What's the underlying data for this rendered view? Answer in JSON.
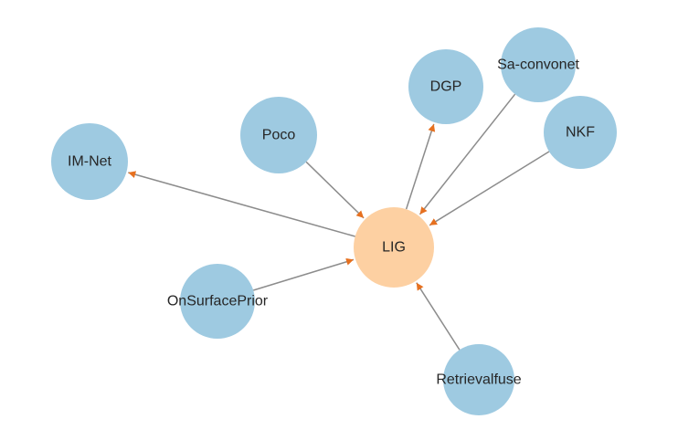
{
  "graph": {
    "center": "LIG",
    "nodes": [
      {
        "id": "LIG",
        "label": "LIG",
        "role": "center"
      },
      {
        "id": "IM-Net",
        "label": "IM-Net",
        "role": "neighbor"
      },
      {
        "id": "Poco",
        "label": "Poco",
        "role": "neighbor"
      },
      {
        "id": "DGP",
        "label": "DGP",
        "role": "neighbor"
      },
      {
        "id": "Sa-convonet",
        "label": "Sa-convonet",
        "role": "neighbor"
      },
      {
        "id": "NKF",
        "label": "NKF",
        "role": "neighbor"
      },
      {
        "id": "OnSurfacePrior",
        "label": "OnSurfacePrior",
        "role": "neighbor"
      },
      {
        "id": "Retrievalfuse",
        "label": "Retrievalfuse",
        "role": "neighbor"
      }
    ],
    "edges": [
      {
        "from": "LIG",
        "to": "IM-Net"
      },
      {
        "from": "LIG",
        "to": "DGP"
      },
      {
        "from": "Poco",
        "to": "LIG"
      },
      {
        "from": "Sa-convonet",
        "to": "LIG"
      },
      {
        "from": "NKF",
        "to": "LIG"
      },
      {
        "from": "OnSurfacePrior",
        "to": "LIG"
      },
      {
        "from": "Retrievalfuse",
        "to": "LIG"
      }
    ],
    "colors": {
      "center_fill": "#fdd0a2",
      "node_fill": "#9ecae1",
      "edge": "#8c8c8c",
      "arrow": "#e6701f",
      "label": "#262626"
    }
  }
}
